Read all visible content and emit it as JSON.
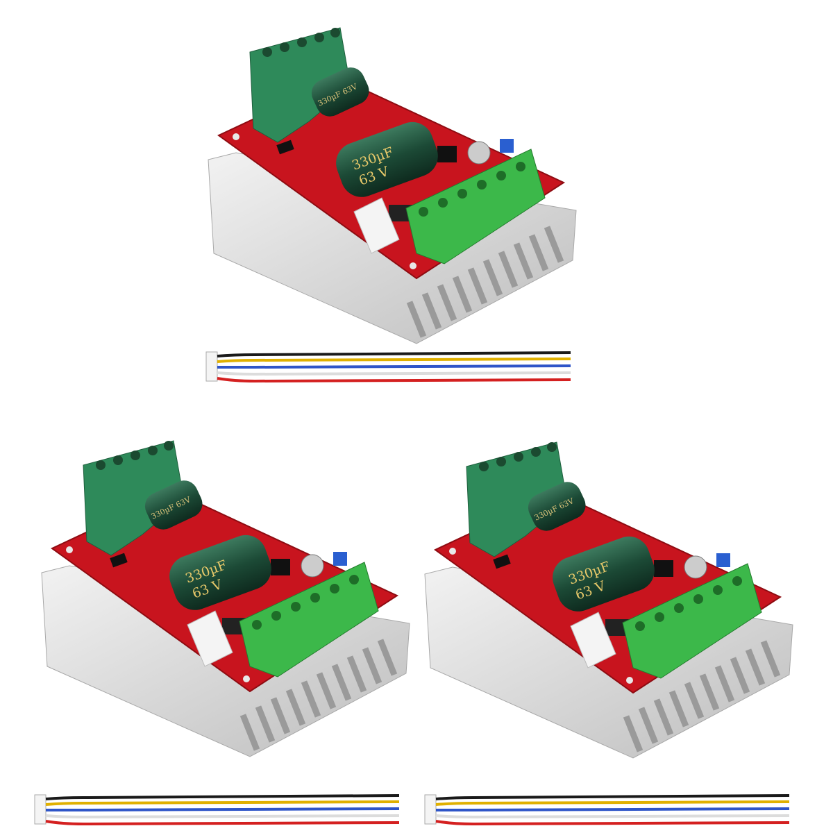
{
  "product": {
    "quantity_shown": 3,
    "capacitor_label": "330µF 63V",
    "capacitor_value": "330µF",
    "capacitor_voltage": "63 V",
    "cable_wire_colors": [
      "#1a1a1a",
      "#e0b000",
      "#2f55c8",
      "#f2f2f2",
      "#d42020"
    ],
    "colors": {
      "pcb": "#c8141e",
      "terminal_block": "#2e8a5a",
      "terminal_block_bright": "#3cb84a",
      "heatsink": "#d9d9d9",
      "capacitor": "#1f4d3a"
    }
  }
}
